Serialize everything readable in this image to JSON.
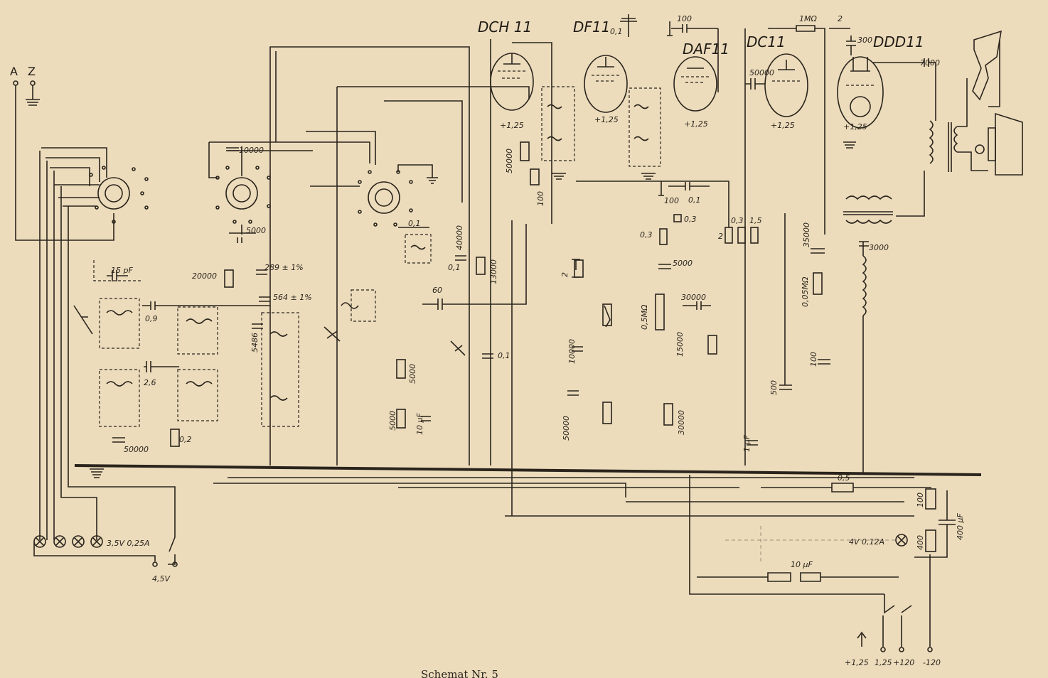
{
  "caption": "Schemat Nr. 5",
  "antenna_labels": [
    "A",
    "Z"
  ],
  "tubes": [
    {
      "name": "DCH 11",
      "filament": "+1,25"
    },
    {
      "name": "DF11",
      "filament": "+1,25"
    },
    {
      "name": "DAF11",
      "filament": "+1,25"
    },
    {
      "name": "DC11",
      "filament": "+1,25"
    },
    {
      "name": "DDD11",
      "filament": "+1,25"
    }
  ],
  "component_labels": {
    "c_df11_01": "0,1",
    "c_daf_100": "100",
    "r_1m": "1MΩ",
    "r_2": "2",
    "c_300": "300",
    "c_50000_dc": "50000",
    "c_7000": "7000",
    "c_10000_sw": "10000",
    "r_50000_dch": "50000",
    "r_100_dch": "100",
    "c_100_daf": "100",
    "c_01_daf": "0,1",
    "r_03a": "0,3",
    "r_03b": "0,3",
    "r_03c": "0,3",
    "r_15": "1,5",
    "r_2b": "2",
    "c_5000_sw": "5000",
    "c_5000_daf": "5000",
    "c_15pf": "15 pF",
    "c_09": "0,9",
    "r_20000": "20000",
    "c_289": "289 ± 1%",
    "c_564": "564 ± 1%",
    "c_5486": "5486",
    "c_01_sw": "0,1",
    "c_60": "60",
    "r_40000": "40000",
    "c_01_mid": "0,1",
    "r_13000": "13000",
    "r_2_mid": "2",
    "r_05m_pot": "0,5MΩ",
    "c_30000": "30000",
    "r_15000": "15000",
    "r_35000": "35000",
    "r_005m": "0,05MΩ",
    "c_3000": "3000",
    "c_26": "2,6",
    "r_02": "0,2",
    "c_50000_bot": "50000",
    "r_5000": "5000",
    "r_5000b": "5000",
    "c_10uf": "10 μF",
    "c_01_low": "0,1",
    "r_10000": "10000",
    "r_50000_low": "50000",
    "r_30000": "30000",
    "c_1uf": "1 μF",
    "c_500": "500",
    "c_100_low": "100",
    "r_05": "0,5",
    "r_100_psu": "100",
    "r_400": "400",
    "c_400uf": "400 μF",
    "c_10uf_psu": "10 μF"
  },
  "dial_lamps": "3,5V 0,25A",
  "filament_supply": "4,5V",
  "psu_lamp": "4V 0,12A",
  "terminals": [
    "+1,25",
    "1,25",
    "+120",
    "-120"
  ]
}
